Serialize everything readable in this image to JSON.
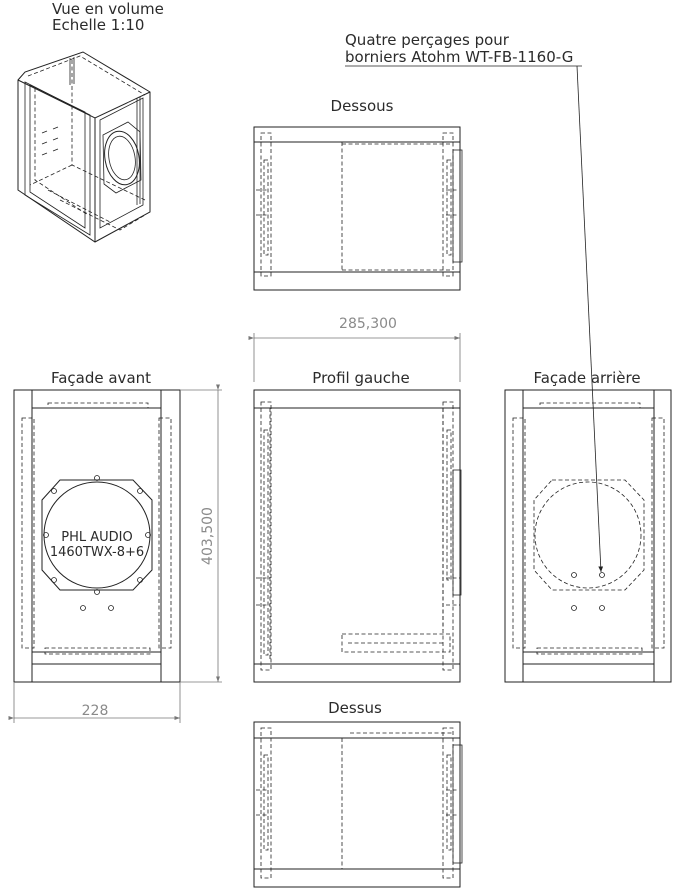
{
  "title": {
    "line1": "Vue en volume",
    "line2": "Echelle 1:10"
  },
  "note": {
    "line1": "Quatre perçages pour",
    "line2": "borniers Atohm WT-FB-1160-G"
  },
  "views": {
    "dessous": "Dessous",
    "dessus": "Dessus",
    "facade_avant": "Façade avant",
    "profil_gauche": "Profil gauche",
    "facade_arriere": "Façade arrière"
  },
  "driver": {
    "brand": "PHL AUDIO",
    "model": "1460TWX-8+6"
  },
  "dimensions": {
    "depth": "285,300",
    "height": "403,500",
    "width": "228"
  }
}
